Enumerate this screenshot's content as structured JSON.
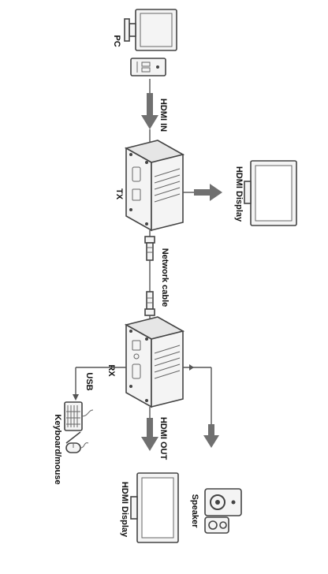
{
  "labels": {
    "pc": "PC",
    "hdmi_in": "HDMI IN",
    "tx": "TX",
    "hdmi_display_top": "HDMI Display",
    "network_cable": "Network cable",
    "rx": "RX",
    "usb": "USB",
    "keyboard_mouse": "Keyboard/mouse",
    "hdmi_out": "HDMI OUT",
    "hdmi_display_bottom": "HDMI Display",
    "speaker": "Speaker"
  },
  "colors": {
    "line": "#555555",
    "arrow": "#707070",
    "device_fill": "#f4f4f4",
    "screen_fill": "#ffffff"
  }
}
